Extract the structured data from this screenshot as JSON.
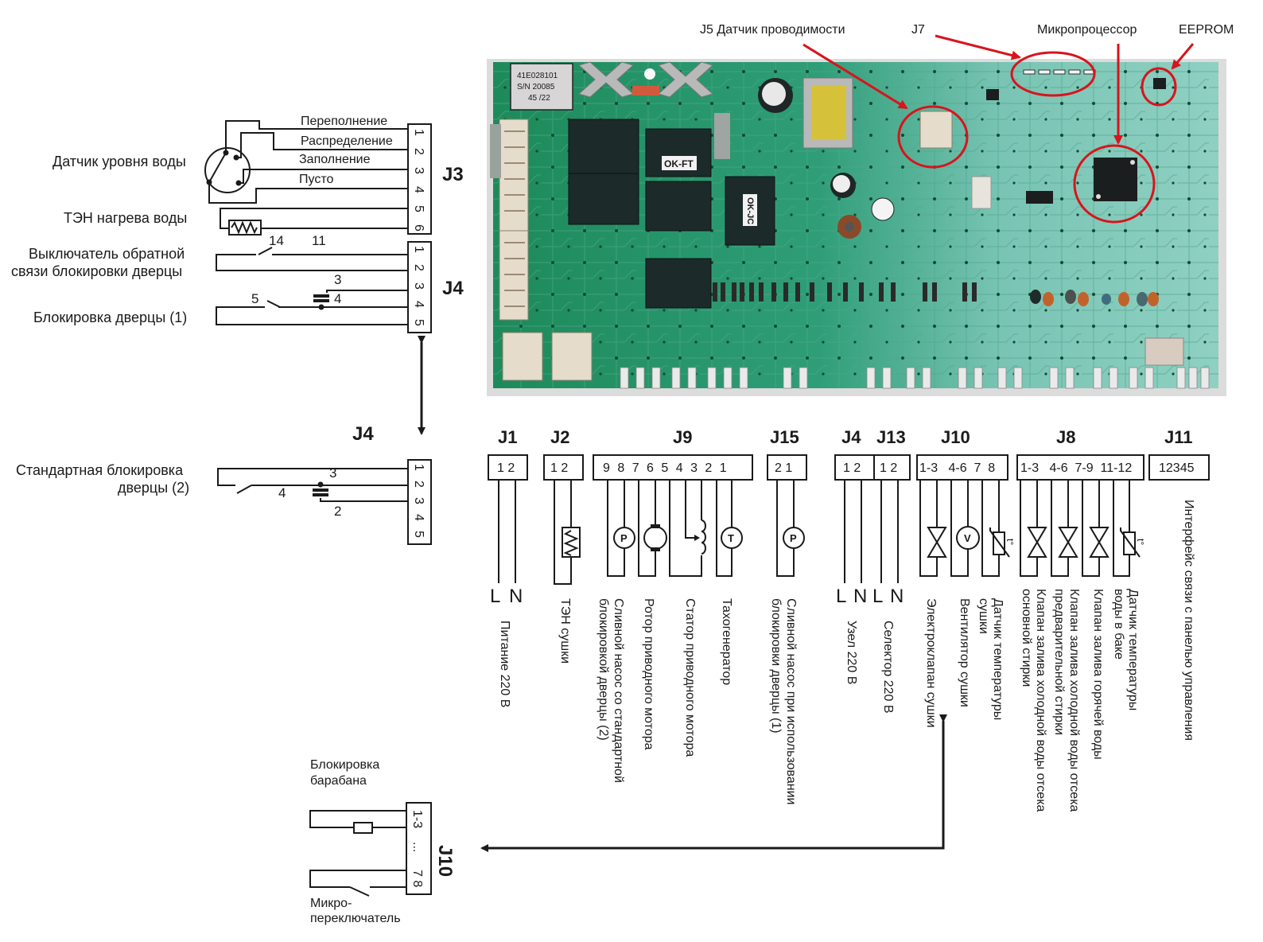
{
  "pcb_callouts": {
    "j5": "J5  Датчик проводимости",
    "j7": "J7",
    "mcu": "Микропроцессор",
    "eeprom": "EEPROM"
  },
  "pcb_stickers": {
    "label_line1": "41E028101",
    "label_line2": "S/N  20085",
    "label_line3": "45 /22",
    "relay1": "OK-FT",
    "relay2": "OK-JC"
  },
  "colors": {
    "pcb_green": "#1f8a5c",
    "pcb_teal": "#7cc6b8",
    "highlight_red": "#d8141c"
  },
  "left_top": {
    "water_sensor": "Датчик уровня воды",
    "sensor_lines": [
      "Переполнение",
      "Распределение",
      "Заполнение",
      "Пусто"
    ],
    "heater": "ТЭН нагрева воды",
    "door_switch_line1": "Выключатель обратной",
    "door_switch_line2": "связи блокировки дверцы",
    "switch_num_a": "14",
    "switch_num_b": "11",
    "door_lock": "Блокировка дверцы (1)",
    "lock_num_5": "5",
    "lock_num_3": "3",
    "lock_num_4": "4",
    "j3": {
      "name": "J3",
      "pins": [
        "1",
        "2",
        "3",
        "4",
        "5",
        "6"
      ]
    },
    "j4": {
      "name": "J4",
      "pins": [
        "1",
        "2",
        "3",
        "4",
        "5"
      ]
    }
  },
  "left_mid": {
    "j4_title": "J4",
    "std_lock_line1": "Стандартная блокировка",
    "std_lock_line2": "дверцы (2)",
    "num_3": "3",
    "num_4": "4",
    "num_2": "2",
    "pins": [
      "1",
      "2",
      "3",
      "4",
      "5"
    ]
  },
  "left_bottom": {
    "drum_lock_line1": "Блокировка",
    "drum_lock_line2": "барабана",
    "micro_line1": "Микро-",
    "micro_line2": "переключатель",
    "j10_title": "J10",
    "pin_top": "1-3",
    "pin_dots": "...",
    "pin_bottom": "7 8"
  },
  "connectors": [
    {
      "name": "J1",
      "pins": "1 2"
    },
    {
      "name": "J2",
      "pins": "1 2"
    },
    {
      "name": "J9",
      "pins": "9 8 7 6 5 4 3 2 1"
    },
    {
      "name": "J15",
      "pins": "2 1"
    },
    {
      "name": "J4",
      "pins": "1 2"
    },
    {
      "name": "J13",
      "pins": "1 2"
    },
    {
      "name": "J10",
      "pins": "1-3   4-6  7  8"
    },
    {
      "name": "J8",
      "pins": "1-3   4-6  7-9  11-12"
    },
    {
      "name": "J11",
      "pins": "12345"
    }
  ],
  "symbols": {
    "pump": "P",
    "tacho": "T",
    "fan": "V",
    "temp": "t°",
    "L": "L",
    "N": "N"
  },
  "descriptions": {
    "j1": "Питание 220 В",
    "j2": "ТЭН сушки",
    "j9_pump_1": "Сливной насос со стандартной",
    "j9_pump_2": "блокировкой дверцы (2)",
    "j9_rotor": "Ротор приводного мотора",
    "j9_stator": "Статор приводного мотора",
    "j9_tacho": "Тахогенератор",
    "j15_1": "Сливной насос при использовании",
    "j15_2": "блокировки дверцы (1)",
    "j4": "Узел  220 В",
    "j13": "Селектор  220 В",
    "j10_valve": "Электроклапан сушки",
    "j10_fan": "Вентилятор сушки",
    "j10_temp_1": "Датчик температуры",
    "j10_temp_2": "сушки",
    "j8_main_1": "Клапан залива холодной воды отсека",
    "j8_main_2": "основной стирки",
    "j8_pre_1": "Клапан залива холодной воды отсека",
    "j8_pre_2": "предварительной стирки",
    "j8_hot": "Клапан залива горячей воды",
    "j8_temp_1": "Датчик температуры",
    "j8_temp_2": "воды в баке",
    "j11": "Интерфейс связи с панелью управления"
  }
}
